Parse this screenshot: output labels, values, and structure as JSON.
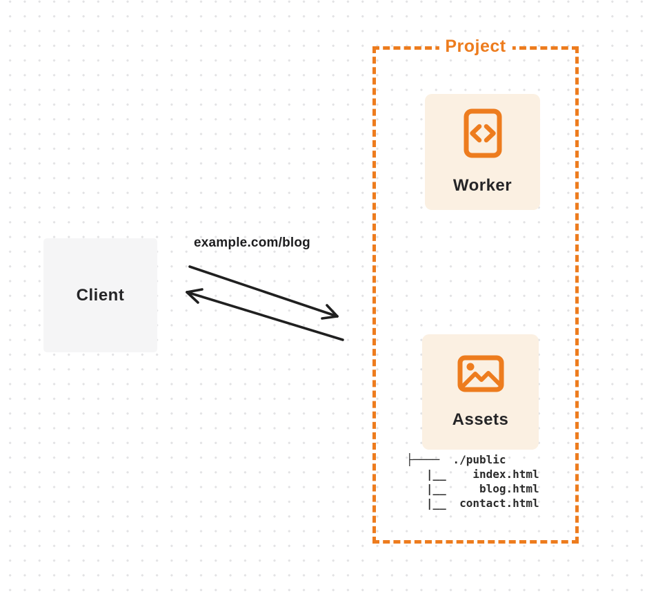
{
  "diagram": {
    "client": {
      "label": "Client"
    },
    "request_label": "example.com/blog",
    "project": {
      "label": "Project",
      "worker": {
        "label": "Worker",
        "icon": "code-document-icon"
      },
      "assets": {
        "label": "Assets",
        "icon": "image-icon"
      },
      "file_tree": {
        "lines": [
          "├────  ./public",
          "   |__    index.html",
          "   |__     blog.html",
          "   |__  contact.html"
        ]
      }
    },
    "colors": {
      "accent_orange": "#ed7c1e",
      "card_background": "#fbf0e2",
      "client_background": "#f5f5f6",
      "arrow_stroke": "#202020",
      "dot_grid": "#e2e2e4"
    }
  }
}
